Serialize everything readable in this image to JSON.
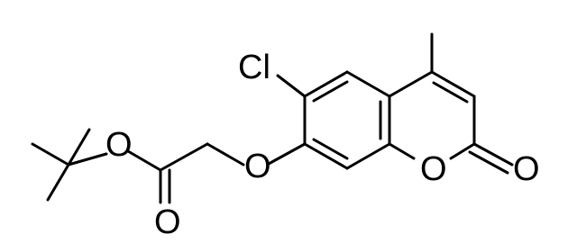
{
  "molecule": {
    "atom_labels": {
      "chlorine": "Cl",
      "ether_oxygen": "O",
      "ester_oxygen": "O",
      "carbonyl_oxygen_ester": "O",
      "ring_oxygen": "O",
      "lactone_carbonyl_oxygen": "O"
    }
  }
}
